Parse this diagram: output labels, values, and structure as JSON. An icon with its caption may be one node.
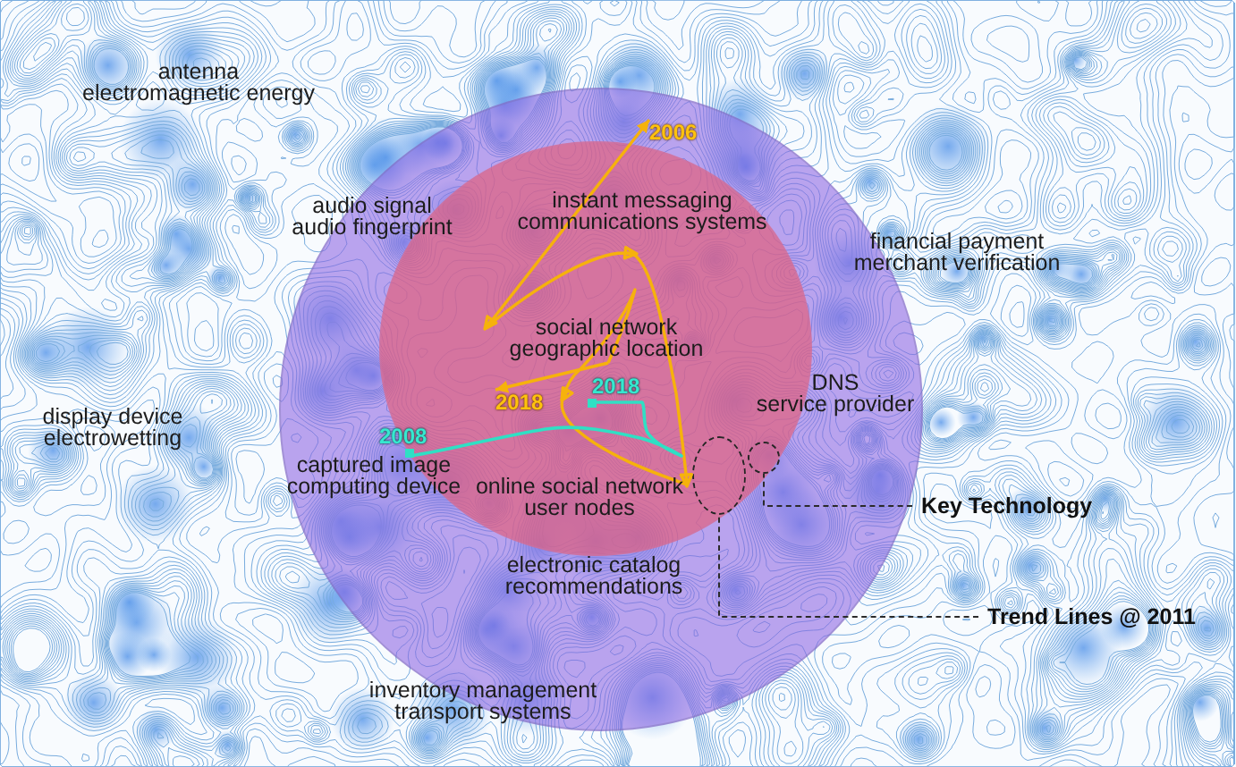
{
  "diagram": {
    "nodes": [
      {
        "text": [
          "audio signal audio fingerprint",
          "DNS service provider",
          "captured image computing device",
          "electronic catalog recommendations"
        ]
      },
      {
        "text": [
          "instant messaging communications systems",
          "social network geographic location",
          "online social network user nodes"
        ],
        "in": 0
      },
      {
        "text": [
          "2006"
        ],
        "in": 0
      },
      {
        "text": [
          "2018"
        ],
        "in": 1
      },
      {
        "text": [
          "2018"
        ],
        "in": 1
      },
      {
        "text": [
          "2008"
        ],
        "in": 1
      },
      {
        "text": [],
        "shape": "ellipse",
        "in": 1
      },
      {
        "text": [],
        "shape": "circle",
        "in": 1
      },
      {
        "text": [
          "Key Technology"
        ]
      },
      {
        "text": [
          "Trend Lines @ 2011"
        ]
      }
    ],
    "edges": [
      {
        "from": 2,
        "to": 4,
        "arrow": "both",
        "color": "#f6b20c"
      },
      {
        "from": 5,
        "to": 3,
        "arrow": "other",
        "color": "#2fe0c4"
      },
      {
        "from": 8,
        "to": 7,
        "arrow": "none",
        "style": "dashed"
      },
      {
        "from": 9,
        "to": 6,
        "arrow": "none",
        "style": "dashed"
      }
    ],
    "labels": [
      "antenna electromagnetic energy",
      "financial payment merchant verification",
      "display device electrowetting",
      "inventory management transport systems"
    ]
  }
}
